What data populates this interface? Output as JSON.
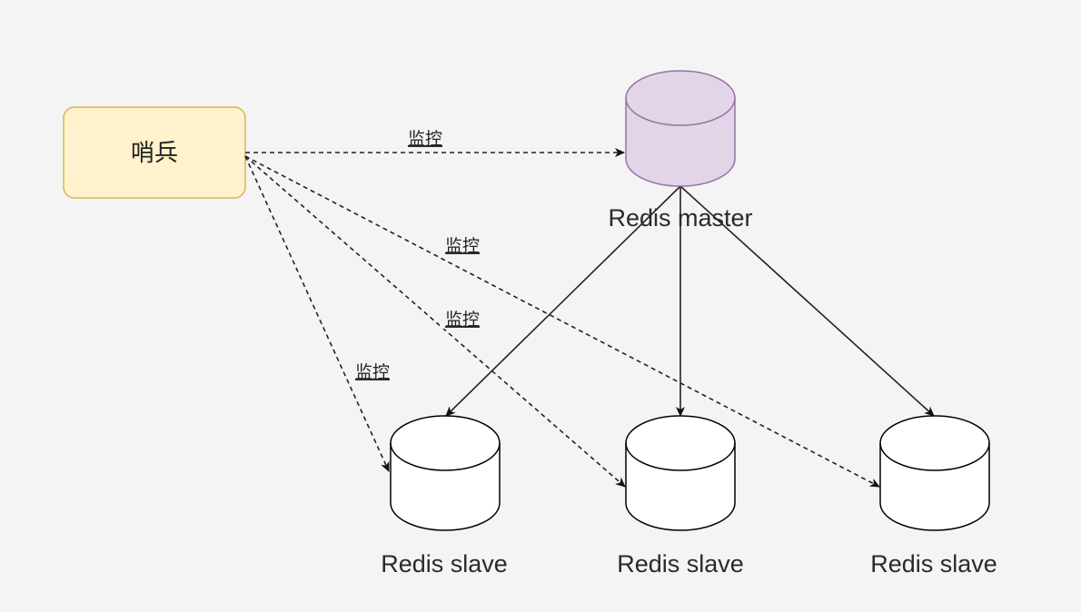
{
  "nodes": {
    "sentinel": {
      "label": "哨兵",
      "fill": "#fff2cc",
      "stroke": "#d6b656"
    },
    "master": {
      "label": "Redis master",
      "fill": "#e1d5e7",
      "stroke": "#9673a6"
    },
    "slaves": [
      {
        "label": "Redis slave",
        "fill": "#ffffff",
        "stroke": "#000000"
      },
      {
        "label": "Redis slave",
        "fill": "#ffffff",
        "stroke": "#000000"
      },
      {
        "label": "Redis slave",
        "fill": "#ffffff",
        "stroke": "#000000"
      }
    ]
  },
  "edges": {
    "monitor_labels": [
      "监控",
      "监控",
      "监控",
      "监控"
    ]
  }
}
